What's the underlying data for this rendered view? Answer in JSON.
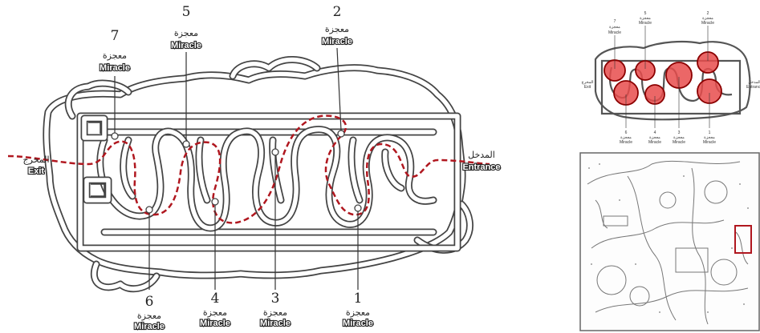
{
  "exit": {
    "ar": "المخرج",
    "en": "Exit"
  },
  "entrance": {
    "ar": "المدخل",
    "en": "Entrance"
  },
  "miracles": [
    {
      "num": "1",
      "ar": "معجزة",
      "en": "Miracle"
    },
    {
      "num": "2",
      "ar": "معجزة",
      "en": "Miracle"
    },
    {
      "num": "3",
      "ar": "معجزة",
      "en": "Miracle"
    },
    {
      "num": "4",
      "ar": "معجزة",
      "en": "Miracle"
    },
    {
      "num": "5",
      "ar": "معجزة",
      "en": "Miracle"
    },
    {
      "num": "6",
      "ar": "معجزة",
      "en": "Miracle"
    },
    {
      "num": "7",
      "ar": "معجزة",
      "en": "Miracle"
    }
  ],
  "colors": {
    "route": "#b0171f",
    "highlight": "#e74c4c",
    "walls": "#444444"
  }
}
